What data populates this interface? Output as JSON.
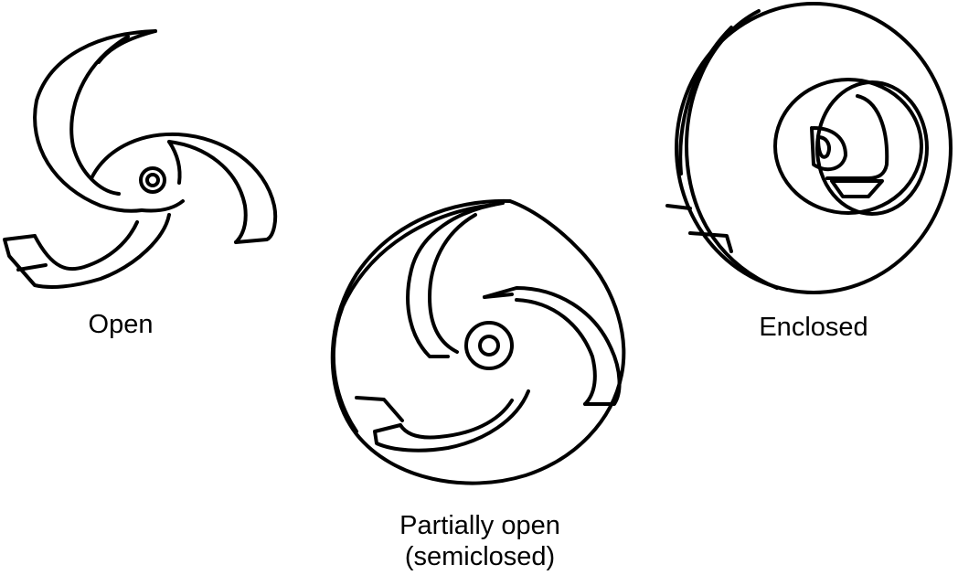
{
  "diagram": {
    "type": "impeller-types",
    "background": "#ffffff",
    "stroke_color": "#000000",
    "items": [
      {
        "id": "open",
        "label": "Open",
        "label_lines": [
          "Open"
        ]
      },
      {
        "id": "partially-open",
        "label": "Partially open (semiclosed)",
        "label_lines": [
          "Partially open",
          "(semiclosed)"
        ]
      },
      {
        "id": "enclosed",
        "label": "Enclosed",
        "label_lines": [
          "Enclosed"
        ]
      }
    ]
  }
}
